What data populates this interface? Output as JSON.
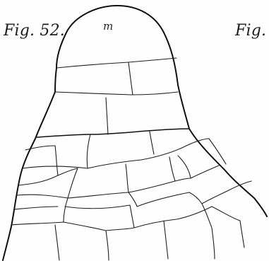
{
  "figure": {
    "left_label": "Fig. 52.",
    "right_label": "Fig.",
    "region_label": "m"
  },
  "colors": {
    "ink": "#111111",
    "paper": "#fefefe"
  }
}
